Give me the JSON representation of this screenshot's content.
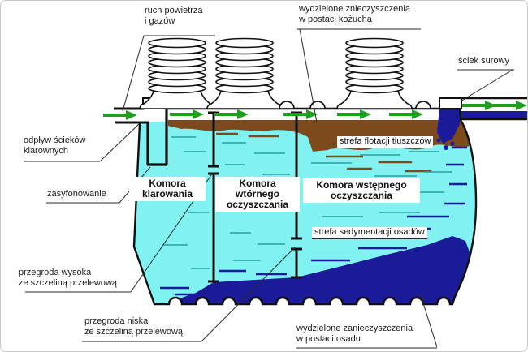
{
  "labels": {
    "air_movement": "ruch powietrza\ni gazów",
    "scum_layer": "wydzielone znieczyszczenia\nw postaci kożucha",
    "raw_sewage": "ściek surowy",
    "clarified_outflow": "odpływ ścieków\nklarownych",
    "siphon": "zasyfonowanie",
    "high_baffle": "przegroda wysoka\nze szczeliną przelewową",
    "low_baffle": "przegroda niska\nze szczeliną przelewową",
    "sludge_deposit": "wydzielone zanieczyszczenia\nw postaci osadu"
  },
  "chambers": {
    "clarification": "Komora\nklarowania",
    "secondary": "Komora\nwtórnego\noczyszczania",
    "primary": "Komora wstępnego\noczyszczania"
  },
  "zones": {
    "fat_flotation": "strefa flotacji tłuszczów",
    "sediment_zone": "strefa sedymentacji osadów"
  },
  "colors": {
    "water": "#80f2f2",
    "sludge": "#1b1b9a",
    "scum": "#7c4a1c",
    "arrow": "#1f9e1f",
    "streak": "#2a9e9e"
  }
}
